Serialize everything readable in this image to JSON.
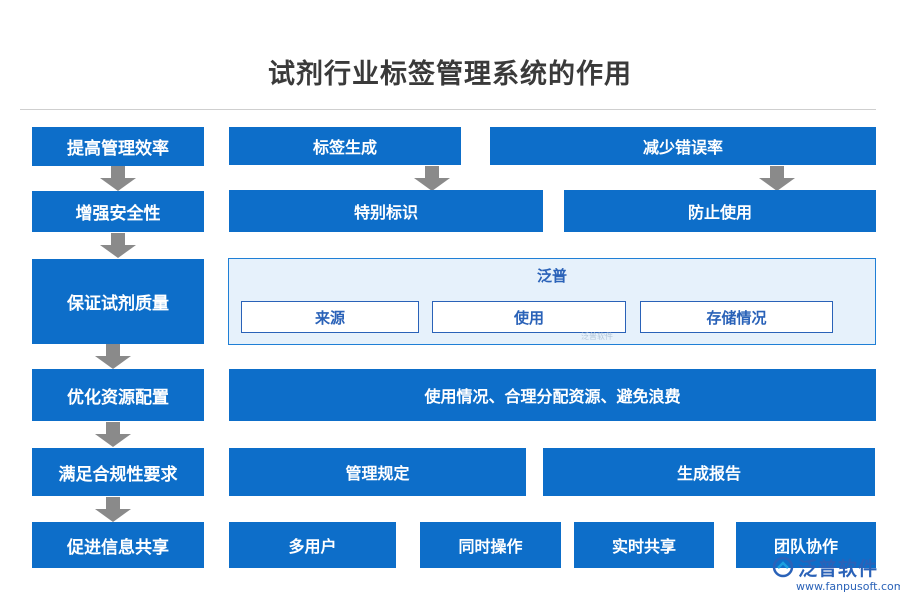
{
  "title": "试剂行业标签管理系统的作用",
  "left_column": [
    "提高管理效率",
    "增强安全性",
    "保证试剂质量",
    "优化资源配置",
    "满足合规性要求",
    "促进信息共享"
  ],
  "row1": [
    "标签生成",
    "减少错误率"
  ],
  "row2": [
    "特别标识",
    "防止使用"
  ],
  "panel": {
    "title": "泛普",
    "items": [
      "来源",
      "使用",
      "存储情况"
    ],
    "watermark": "泛普软件"
  },
  "row4": "使用情况、合理分配资源、避免浪费",
  "row5": [
    "管理规定",
    "生成报告"
  ],
  "row6": [
    "多用户",
    "同时操作",
    "实时共享",
    "团队协作"
  ],
  "logo": {
    "name": "泛普软件",
    "url": "www.fanpusoft.com"
  },
  "colors": {
    "box": "#0d6ec9",
    "arrow": "#8a8a8a",
    "panel_bg": "#e6f1fb",
    "accent": "#2a62b8"
  }
}
